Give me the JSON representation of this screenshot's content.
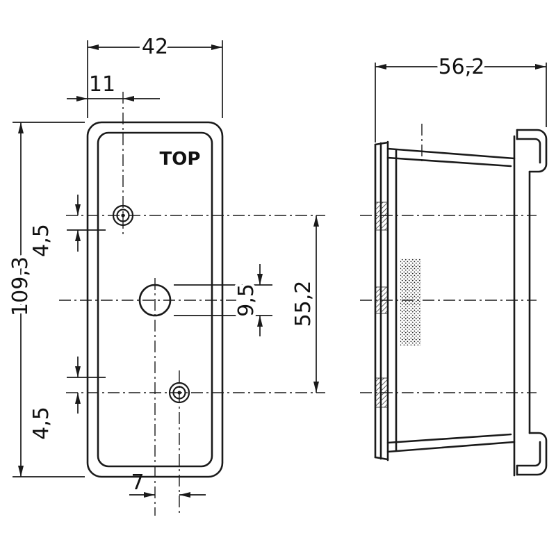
{
  "drawing": {
    "front_view": {
      "marking": "TOP",
      "dim_width": "42",
      "dim_hole_offset_x": "11",
      "dim_height": "109,3",
      "dim_upper_hole_offset": "4,5",
      "dim_lower_hole_offset": "4,5",
      "dim_center_hole": "9,5",
      "dim_hole_spacing": "55,2",
      "dim_bottom_offset": "7"
    },
    "side_view": {
      "dim_depth": "56,2"
    }
  }
}
